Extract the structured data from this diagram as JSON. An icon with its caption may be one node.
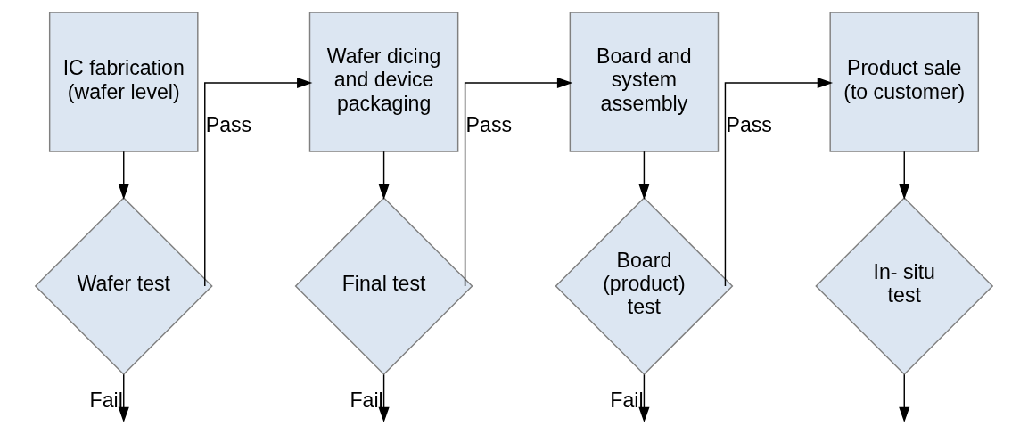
{
  "diagram": {
    "nodes": [
      {
        "text": [
          "IC fabrication (wafer level)"
        ]
      },
      {
        "text": [
          "Wafer test"
        ]
      },
      {
        "text": [
          "Wafer dicing and device packaging"
        ]
      },
      {
        "text": [
          "Final test"
        ]
      },
      {
        "text": [
          "Board and system assembly"
        ]
      },
      {
        "text": [
          "Board (product) test"
        ]
      },
      {
        "text": [
          "Product sale (to customer)"
        ]
      },
      {
        "text": [
          "In- situ test"
        ]
      }
    ],
    "edges": [
      {
        "from": 0,
        "to": 1,
        "arrow": "to"
      },
      {
        "from": 1,
        "to": 2,
        "arrow": "to",
        "label": "Pass"
      },
      {
        "from": 1,
        "to": null,
        "arrow": "to",
        "label": "Fail"
      },
      {
        "from": 2,
        "to": 3,
        "arrow": "to"
      },
      {
        "from": 3,
        "to": 4,
        "arrow": "to",
        "label": "Pass"
      },
      {
        "from": 3,
        "to": null,
        "arrow": "to",
        "label": "Fail"
      },
      {
        "from": 4,
        "to": 5,
        "arrow": "to"
      },
      {
        "from": 5,
        "to": 6,
        "arrow": "to",
        "label": "Pass"
      },
      {
        "from": 5,
        "to": null,
        "arrow": "to",
        "label": "Fail"
      },
      {
        "from": 6,
        "to": 7,
        "arrow": "to"
      },
      {
        "from": 7,
        "to": null,
        "arrow": "to"
      }
    ]
  }
}
